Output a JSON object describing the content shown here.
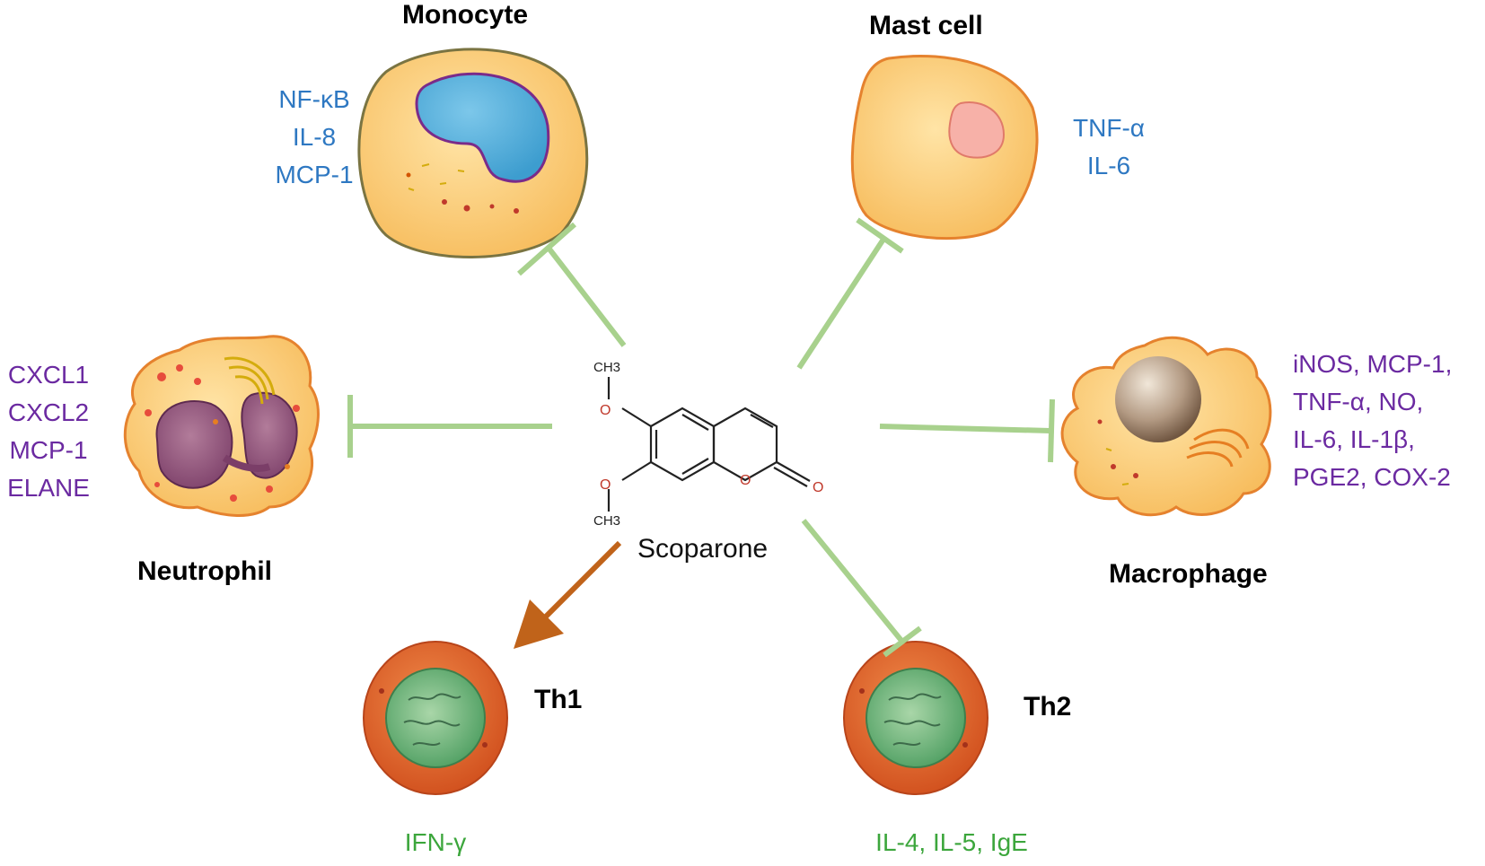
{
  "compound": {
    "name": "Scoparone",
    "methyl_top": "CH3",
    "methyl_bottom": "CH3",
    "oxygen": "O"
  },
  "cells": {
    "monocyte": {
      "name": "Monocyte",
      "markers": [
        "NF-κB",
        "IL-8",
        "MCP-1"
      ]
    },
    "mast_cell": {
      "name": "Mast cell",
      "markers": [
        "TNF-α",
        "IL-6"
      ]
    },
    "neutrophil": {
      "name": "Neutrophil",
      "markers": [
        "CXCL1",
        "CXCL2",
        "MCP-1",
        "ELANE"
      ]
    },
    "macrophage": {
      "name": "Macrophage",
      "markers": [
        "iNOS, MCP-1,",
        "TNF-α, NO,",
        "IL-6, IL-1β,",
        "PGE2, COX-2"
      ]
    },
    "th1": {
      "name": "Th1",
      "markers": [
        "IFN-γ"
      ]
    },
    "th2": {
      "name": "Th2",
      "markers": [
        "IL-4, IL-5, IgE"
      ]
    }
  },
  "colors": {
    "inhibition": "#a8d18d",
    "activation": "#c0631a",
    "marker_blue": "#2e78c2",
    "marker_purple": "#6b2aa1",
    "marker_green": "#3ca63c"
  }
}
